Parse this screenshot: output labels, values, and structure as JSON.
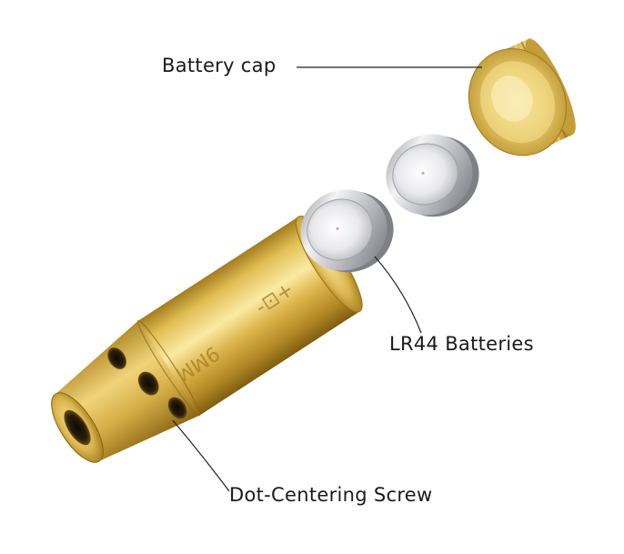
{
  "labels": {
    "battery_cap": "Battery cap",
    "batteries": "LR44 Batteries",
    "screw": "Dot-Centering Screw"
  },
  "engraving": {
    "caliber": "9MM",
    "symbol": "-⊡+"
  },
  "colors": {
    "brass_light": "#f5e08a",
    "brass_mid": "#d8b24a",
    "brass_dark": "#9a7418",
    "battery_silver": "#d9d9dc",
    "leader_line": "#222222"
  }
}
